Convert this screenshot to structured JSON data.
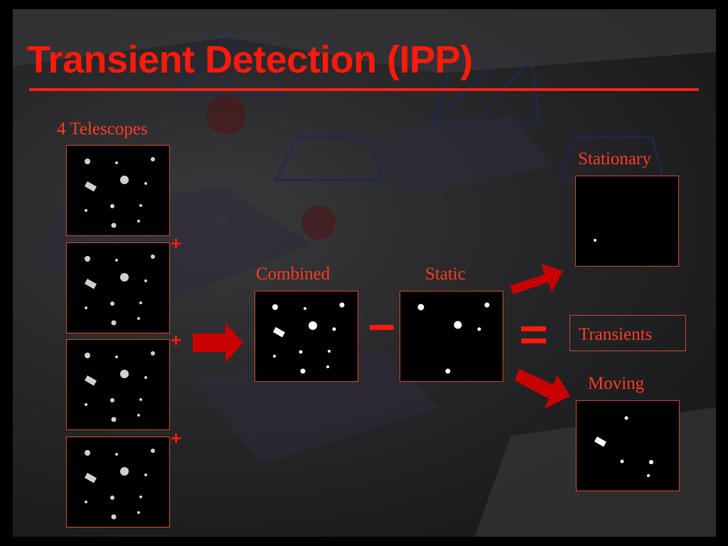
{
  "slide": {
    "title": "Transient Detection (IPP)",
    "colors": {
      "accent": "#ff1a0d",
      "label": "#ff3a24",
      "arrow": "#c80000",
      "panel_border": "#c84a2a"
    },
    "labels": {
      "telescopes": "4 Telescopes",
      "combined": "Combined",
      "static": "Static",
      "stationary": "Stationary",
      "transients": "Transients",
      "moving": "Moving"
    },
    "operators": {
      "plus": "+",
      "minus": "-",
      "equals": "="
    },
    "icons": [
      "right-arrow-icon",
      "up-right-arrow-icon",
      "down-right-arrow-icon"
    ]
  }
}
